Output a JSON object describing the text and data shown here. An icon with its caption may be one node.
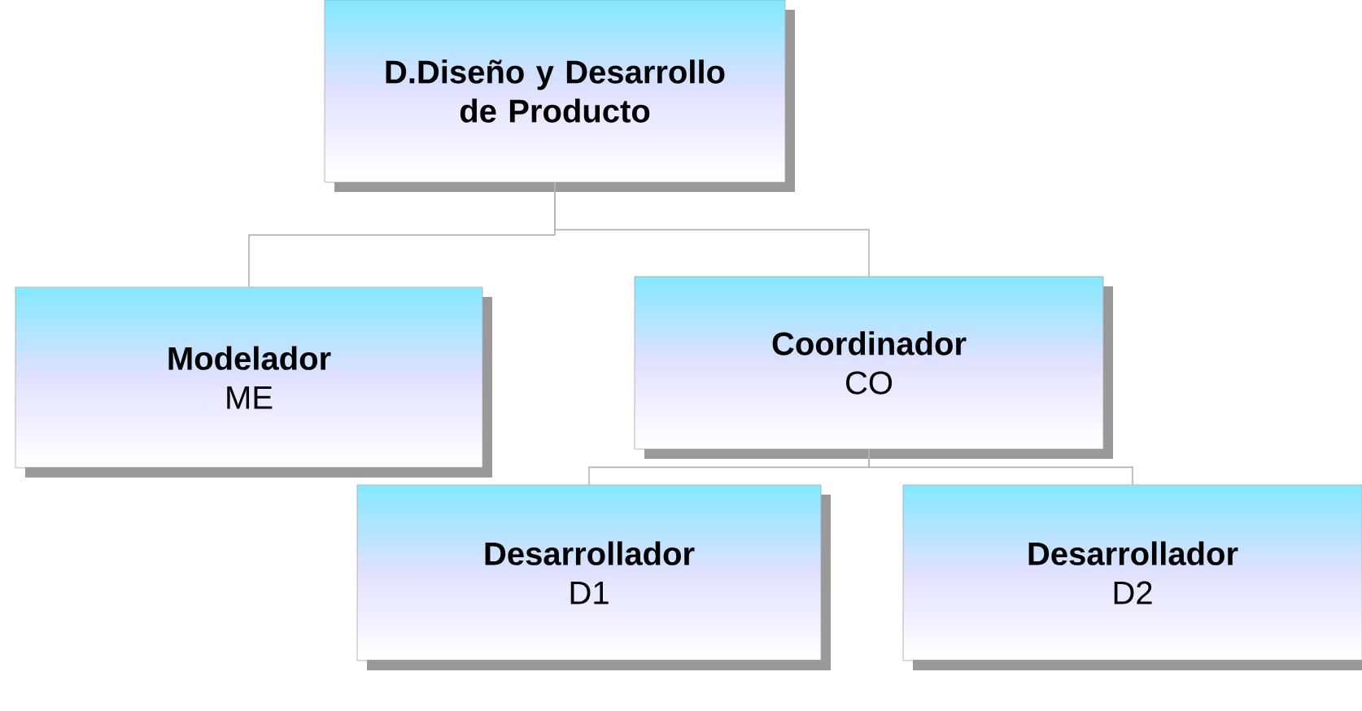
{
  "diagram": {
    "nodes": [
      {
        "text": [
          "D.Diseño y Desarrollo de Producto"
        ]
      },
      {
        "text": [
          "Modelador",
          "ME"
        ]
      },
      {
        "text": [
          "Coordinador",
          "CO"
        ]
      },
      {
        "text": [
          "Desarrollador",
          "D1"
        ]
      },
      {
        "text": [
          "Desarrollador",
          "D2"
        ]
      }
    ],
    "edges": [
      {
        "from": 0,
        "to": 1,
        "arrow": "none"
      },
      {
        "from": 0,
        "to": 2,
        "arrow": "none"
      },
      {
        "from": 2,
        "to": 3,
        "arrow": "none"
      },
      {
        "from": 2,
        "to": 4,
        "arrow": "none"
      }
    ]
  }
}
